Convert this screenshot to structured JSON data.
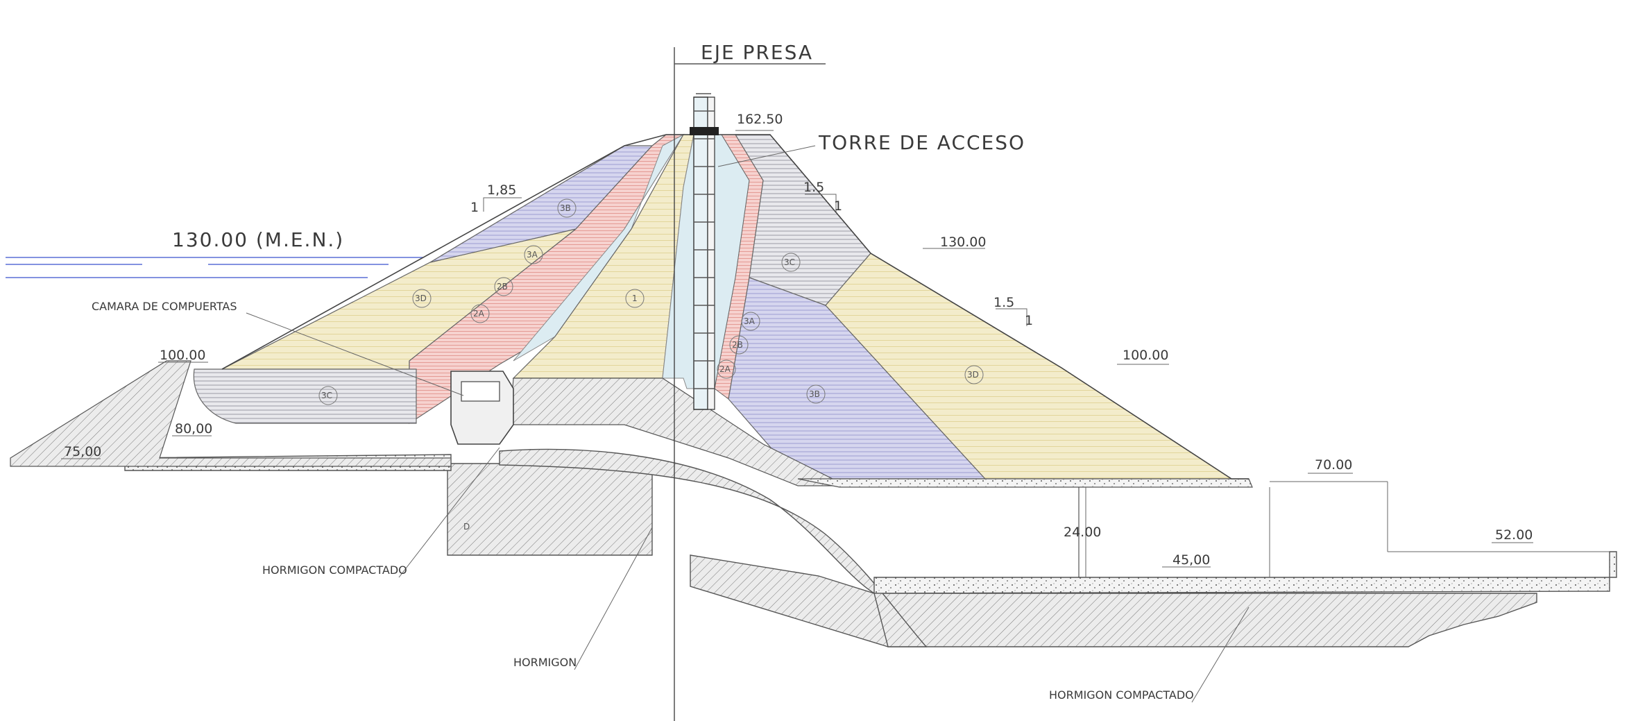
{
  "axis_label": "EJE PRESA",
  "tower_label": "TORRE DE ACCESO",
  "reservoir_label": "130.00 (M.E.N.)",
  "chamber_label": "CAMARA DE COMPUERTAS",
  "rcc_label_1": "HORMIGON COMPACTADO",
  "concrete_label": "HORMIGON",
  "rcc_label_2": "HORMIGON COMPACTADO",
  "elevations": {
    "crest": "162.50",
    "ds_130": "130.00",
    "us_100": "100.00",
    "ds_100": "100.00",
    "us_80": "80,00",
    "us_75": "75,00",
    "ds_70": "70.00",
    "ds_52": "52.00",
    "ds_45": "45,00",
    "height_24": "24.00"
  },
  "slopes": {
    "us_h": "1,85",
    "us_v": "1",
    "ds1_h": "1.5",
    "ds1_v": "1",
    "ds2_h": "1.5",
    "ds2_v": "1"
  },
  "zones": {
    "z3b_up": "3B",
    "z3a_up": "3A",
    "z2b_up": "2B",
    "z2a_up": "2A",
    "z3d_up": "3D",
    "z1": "1",
    "z3c_up": "3C",
    "z3c_dn": "3C",
    "z3a_dn": "3A",
    "z2b_dn": "2B",
    "z2a_dn": "2A",
    "z3b_dn": "3B",
    "z3d_dn": "3D",
    "zd": "D"
  },
  "colors": {
    "zone_3d": "#f3eccb",
    "zone_1": "#f3eccb",
    "zone_3b": "#cfcfe6",
    "zone_3c": "#e6e6ea",
    "filter_red": "#f3c9c5",
    "filter_blue": "#dcecf2",
    "concrete": "#dcdcdc",
    "water": "#5a6fd6"
  }
}
